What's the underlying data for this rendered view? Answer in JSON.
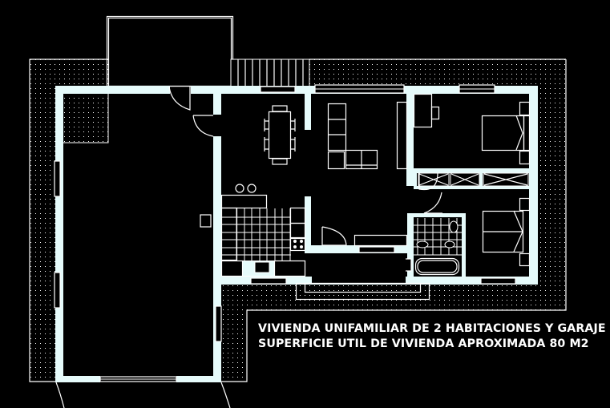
{
  "caption": {
    "line1": "VIVIENDA UNIFAMILIAR DE 2 HABITACIONES Y GARAJE",
    "line2": "SUPERFICIE UTIL DE VIVIENDA APROXIMADA  80 M2"
  },
  "plan": {
    "background": "#000000",
    "wall_color": "#e6fbfb",
    "line_color": "#ffffff",
    "rooms": [
      "garaje",
      "comedor",
      "salon",
      "cocina",
      "dormitorio-1",
      "dormitorio-2",
      "bano",
      "terraza",
      "porche"
    ]
  }
}
